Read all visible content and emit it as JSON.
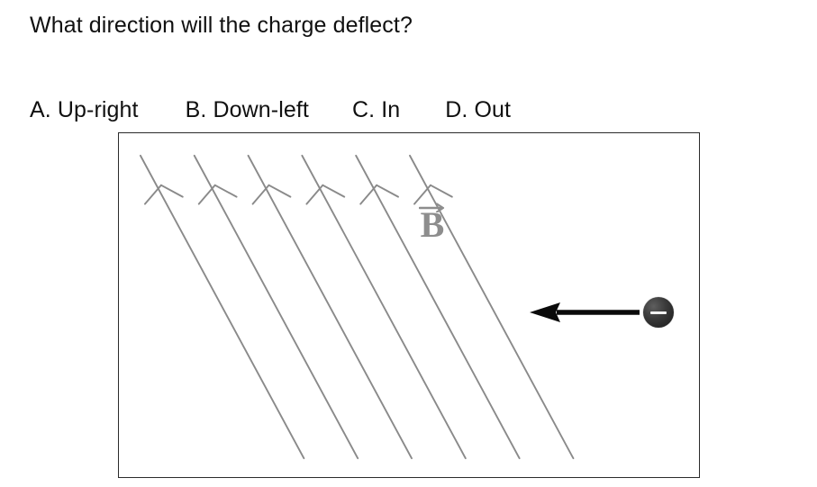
{
  "question": {
    "title": "What direction will the charge deflect?"
  },
  "options": [
    {
      "id": "a",
      "label": "A. Up-right"
    },
    {
      "id": "b",
      "label": "B. Down-left"
    },
    {
      "id": "c",
      "label": "C. In"
    },
    {
      "id": "d",
      "label": "D. Out"
    }
  ],
  "diagram": {
    "field_label": "B",
    "field_label_kind": "vector-arrow-over-letter",
    "field_line_count": 6,
    "field_line_color": "#8a8a8a",
    "field_direction": "up-and-to-the-right",
    "border_color": "#2b2b2b",
    "background_color": "#ffffff",
    "velocity_arrow": {
      "color": "#0a0a0a",
      "direction": "left"
    },
    "charge": {
      "sign": "−",
      "polarity": "negative",
      "color": "#2b2b2b"
    }
  }
}
